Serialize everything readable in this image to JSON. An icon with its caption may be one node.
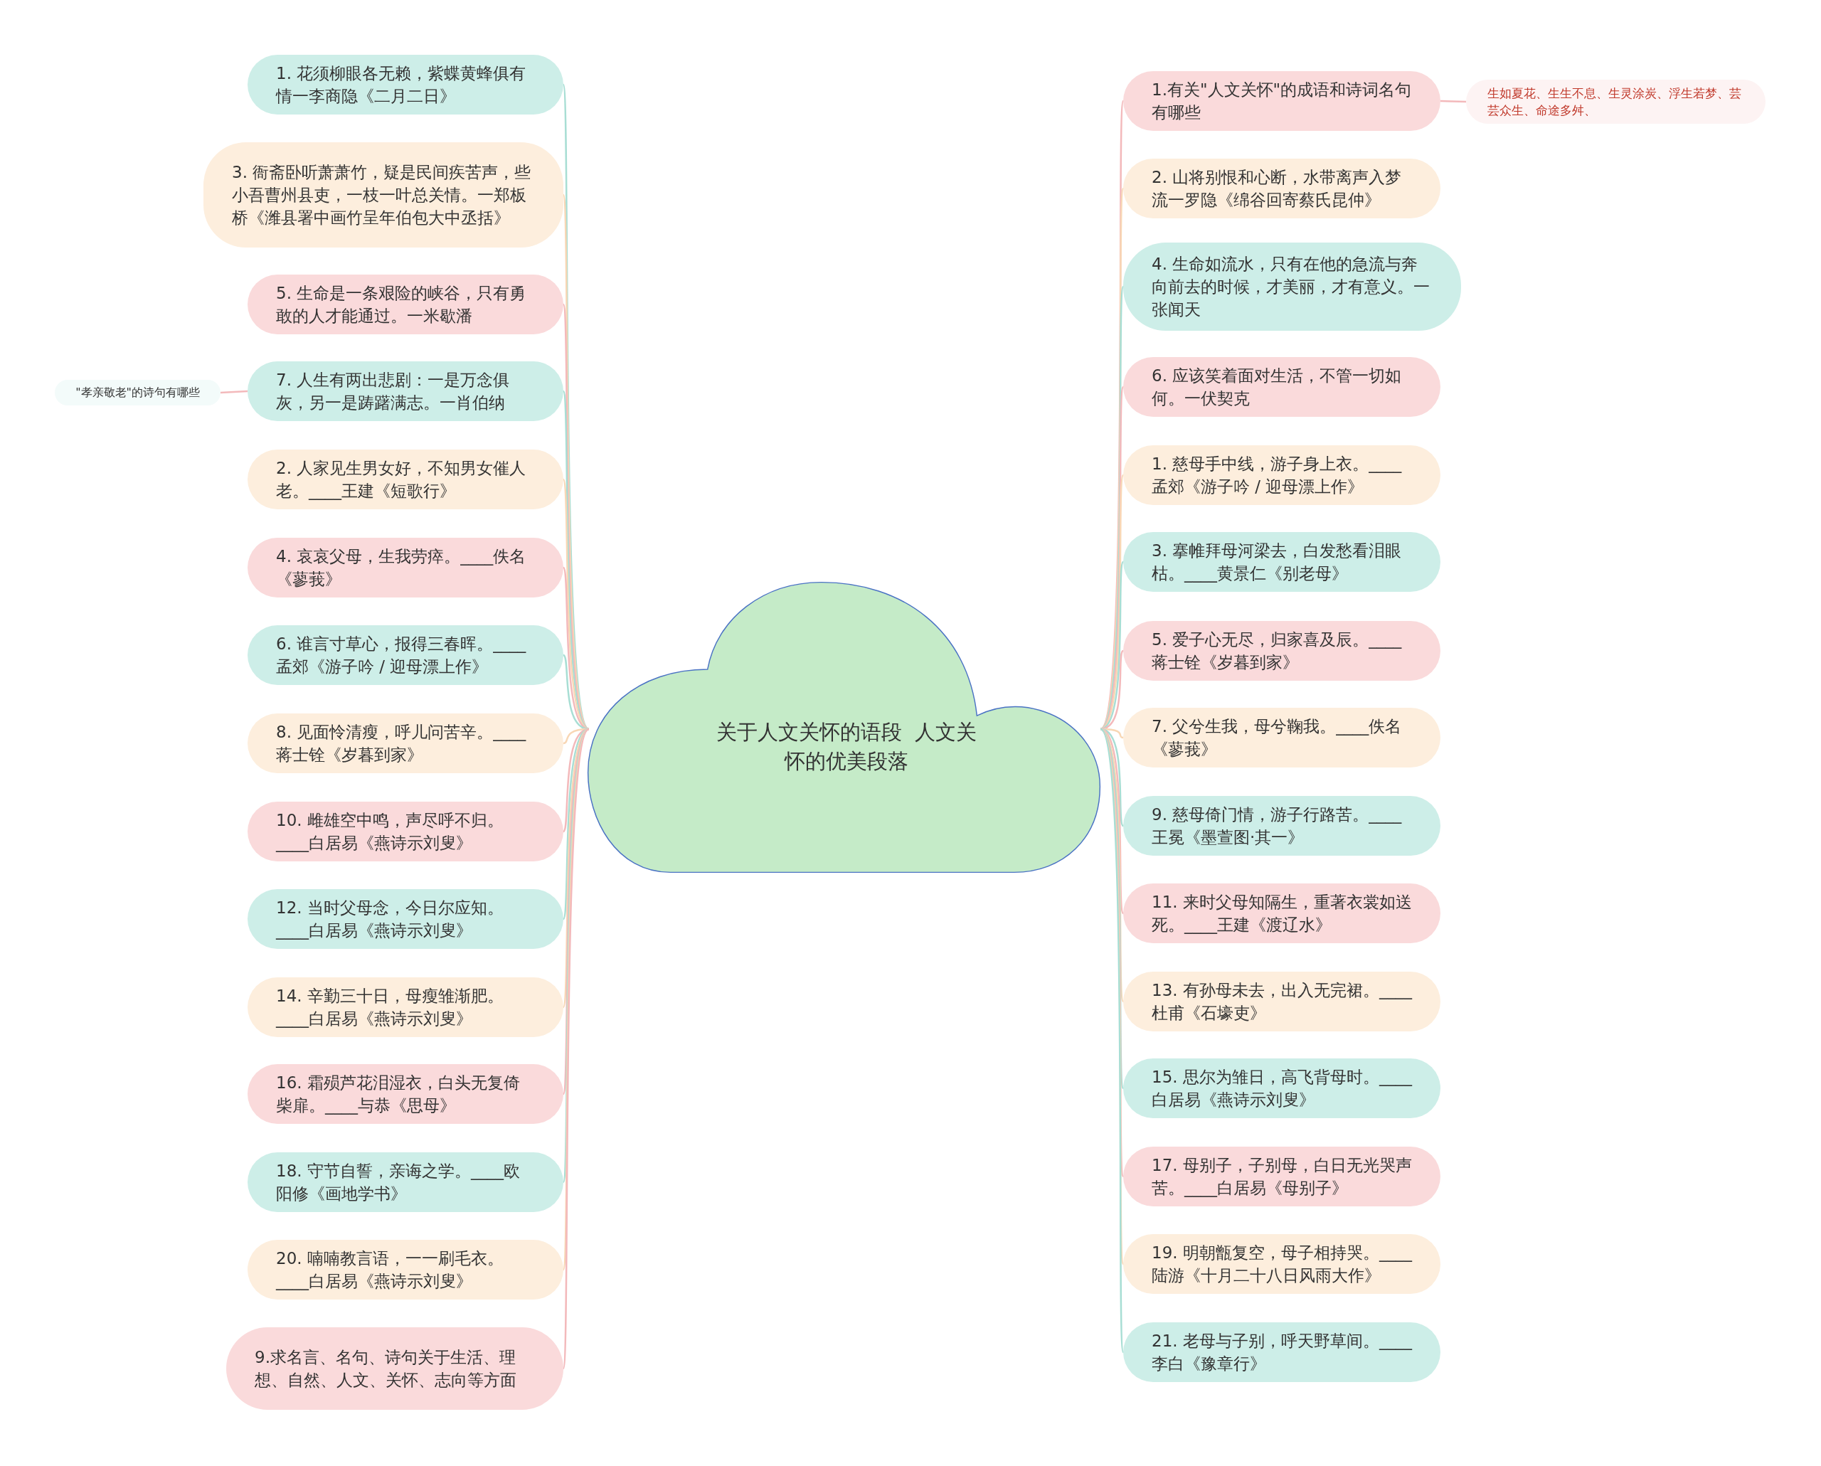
{
  "diagram": {
    "nodes": [
      {
        "text": [
          "关于人文关怀的语段  人文关怀的优美段落"
        ]
      },
      {
        "text": [
          "1. 花须柳眼各无赖，紫蝶黄蜂俱有情一李商隐《二月二日》"
        ]
      },
      {
        "text": [
          "3. 衙斋卧听萧萧竹，疑是民间疾苦声，些小吾曹州县吏，一枝一叶总关情。一郑板桥《潍县署中画竹呈年伯包大中丞括》"
        ]
      },
      {
        "text": [
          "5. 生命是一条艰险的峡谷，只有勇敢的人才能通过。一米歇潘"
        ]
      },
      {
        "text": [
          "7. 人生有两出悲剧：一是万念俱灰，另一是踌躇满志。一肖伯纳"
        ]
      },
      {
        "text": [
          "2. 人家见生男女好，不知男女催人老。____王建《短歌行》"
        ]
      },
      {
        "text": [
          "4. 哀哀父母，生我劳瘁。____佚名《蓼莪》"
        ]
      },
      {
        "text": [
          "6. 谁言寸草心，报得三春晖。____孟郊《游子吟 / 迎母漂上作》"
        ]
      },
      {
        "text": [
          "8. 见面怜清瘦，呼儿问苦辛。____蒋士铨《岁暮到家》"
        ]
      },
      {
        "text": [
          "10. 雌雄空中鸣，声尽呼不归。____白居易《燕诗示刘叟》"
        ]
      },
      {
        "text": [
          "12. 当时父母念，今日尔应知。____白居易《燕诗示刘叟》"
        ]
      },
      {
        "text": [
          "14. 辛勤三十日，母瘦雏渐肥。____白居易《燕诗示刘叟》"
        ]
      },
      {
        "text": [
          "16. 霜殒芦花泪湿衣，白头无复倚柴扉。____与恭《思母》"
        ]
      },
      {
        "text": [
          "18. 守节自誓，亲诲之学。____欧阳修《画地学书》"
        ]
      },
      {
        "text": [
          "20. 喃喃教言语，一一刷毛衣。____白居易《燕诗示刘叟》"
        ]
      },
      {
        "text": [
          "9.求名言、名句、诗句关于生活、理想、自然、人文、关怀、志向等方面"
        ]
      },
      {
        "text": [
          "\"孝亲敬老\"的诗句有哪些"
        ]
      },
      {
        "text": [
          "1.有关\"人文关怀\"的成语和诗词名句有哪些"
        ]
      },
      {
        "text": [
          "2. 山将别恨和心断，水带离声入梦流一罗隐《绵谷回寄蔡氏昆仲》"
        ]
      },
      {
        "text": [
          "4. 生命如流水，只有在他的急流与奔向前去的时候，才美丽，才有意义。一张闻天"
        ]
      },
      {
        "text": [
          "6. 应该笑着面对生活，不管一切如何。一伏契克"
        ]
      },
      {
        "text": [
          "1. 慈母手中线，游子身上衣。____孟郊《游子吟 / 迎母漂上作》"
        ]
      },
      {
        "text": [
          "3. 搴帷拜母河梁去，白发愁看泪眼枯。____黄景仁《别老母》"
        ]
      },
      {
        "text": [
          "5. 爱子心无尽，归家喜及辰。____蒋士铨《岁暮到家》"
        ]
      },
      {
        "text": [
          "7. 父兮生我，母兮鞠我。____佚名《蓼莪》"
        ]
      },
      {
        "text": [
          "9. 慈母倚门情，游子行路苦。____王冕《墨萱图·其一》"
        ]
      },
      {
        "text": [
          "11. 来时父母知隔生，重著衣裳如送死。____王建《渡辽水》"
        ]
      },
      {
        "text": [
          "13. 有孙母未去，出入无完裙。____杜甫《石壕吏》"
        ]
      },
      {
        "text": [
          "15. 思尔为雏日，高飞背母时。____白居易《燕诗示刘叟》"
        ]
      },
      {
        "text": [
          "17. 母别子，子别母，白日无光哭声苦。____白居易《母别子》"
        ]
      },
      {
        "text": [
          "19. 明朝甑复空，母子相持哭。____陆游《十月二十八日风雨大作》"
        ]
      },
      {
        "text": [
          "21. 老母与子别，呼天野草间。____李白《豫章行》"
        ]
      },
      {
        "text": [
          "生如夏花、生生不息、生灵涂炭、浮生若梦、芸芸众生、命途多舛、"
        ]
      }
    ],
    "edges": [
      {
        "from": 0,
        "to": 1,
        "arrow": "none"
      },
      {
        "from": 0,
        "to": 2,
        "arrow": "none"
      },
      {
        "from": 0,
        "to": 3,
        "arrow": "none"
      },
      {
        "from": 0,
        "to": 4,
        "arrow": "none"
      },
      {
        "from": 0,
        "to": 5,
        "arrow": "none"
      },
      {
        "from": 0,
        "to": 6,
        "arrow": "none"
      },
      {
        "from": 0,
        "to": 7,
        "arrow": "none"
      },
      {
        "from": 0,
        "to": 8,
        "arrow": "none"
      },
      {
        "from": 0,
        "to": 9,
        "arrow": "none"
      },
      {
        "from": 0,
        "to": 10,
        "arrow": "none"
      },
      {
        "from": 0,
        "to": 11,
        "arrow": "none"
      },
      {
        "from": 0,
        "to": 12,
        "arrow": "none"
      },
      {
        "from": 0,
        "to": 13,
        "arrow": "none"
      },
      {
        "from": 0,
        "to": 14,
        "arrow": "none"
      },
      {
        "from": 0,
        "to": 15,
        "arrow": "none"
      },
      {
        "from": 4,
        "to": 16,
        "arrow": "none"
      },
      {
        "from": 0,
        "to": 17,
        "arrow": "none"
      },
      {
        "from": 0,
        "to": 18,
        "arrow": "none"
      },
      {
        "from": 0,
        "to": 19,
        "arrow": "none"
      },
      {
        "from": 0,
        "to": 20,
        "arrow": "none"
      },
      {
        "from": 0,
        "to": 21,
        "arrow": "none"
      },
      {
        "from": 0,
        "to": 22,
        "arrow": "none"
      },
      {
        "from": 0,
        "to": 23,
        "arrow": "none"
      },
      {
        "from": 0,
        "to": 24,
        "arrow": "none"
      },
      {
        "from": 0,
        "to": 25,
        "arrow": "none"
      },
      {
        "from": 0,
        "to": 26,
        "arrow": "none"
      },
      {
        "from": 0,
        "to": 27,
        "arrow": "none"
      },
      {
        "from": 0,
        "to": 28,
        "arrow": "none"
      },
      {
        "from": 0,
        "to": 29,
        "arrow": "none"
      },
      {
        "from": 0,
        "to": 30,
        "arrow": "none"
      },
      {
        "from": 0,
        "to": 31,
        "arrow": "none"
      },
      {
        "from": 17,
        "to": 32,
        "arrow": "none"
      }
    ]
  }
}
